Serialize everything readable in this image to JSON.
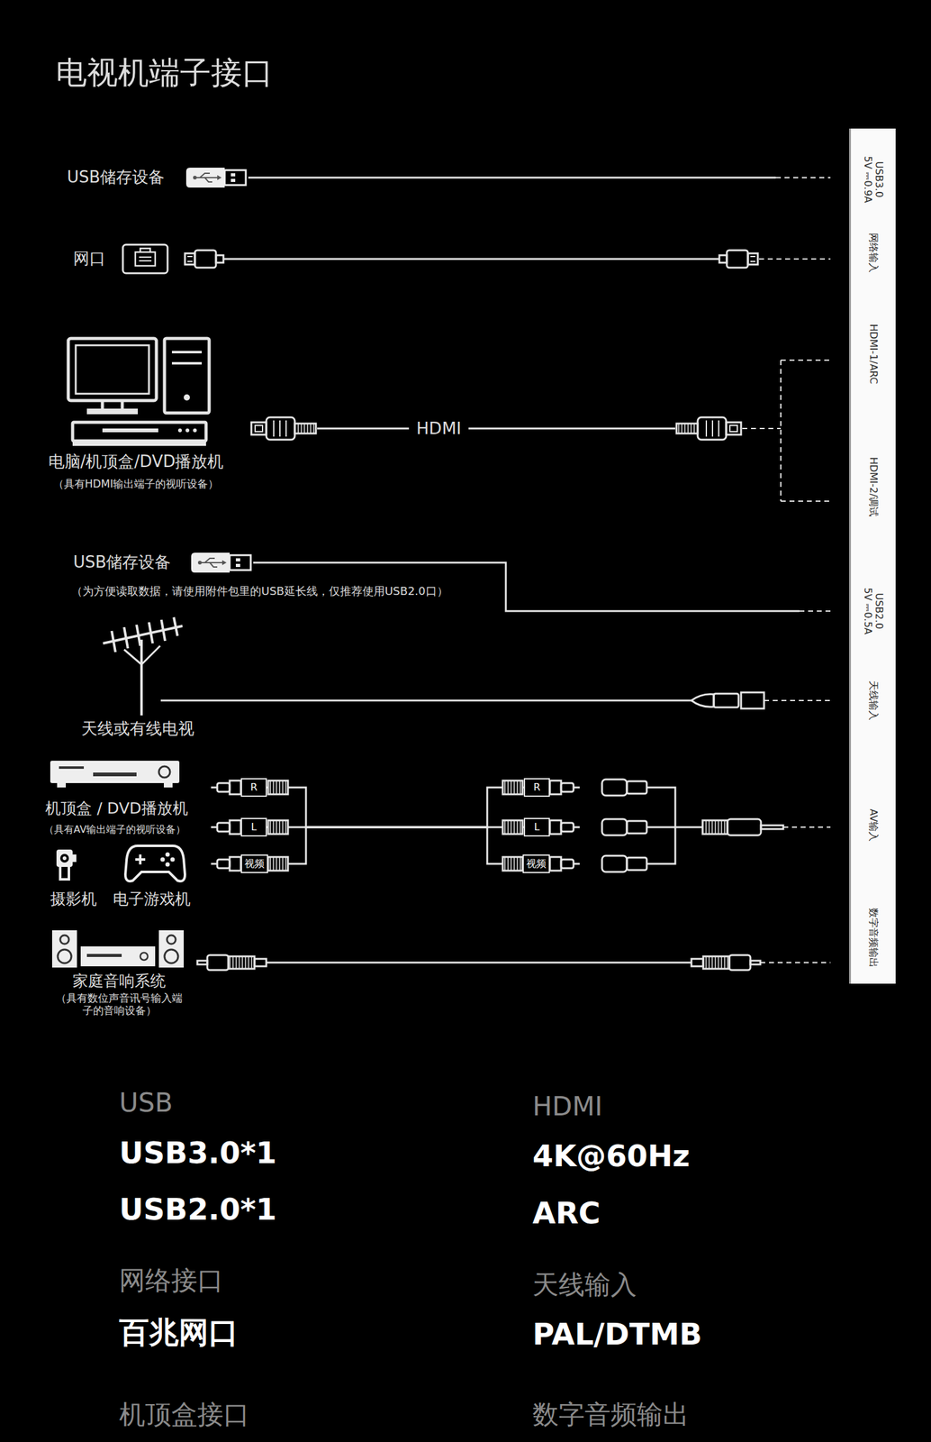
{
  "diagram": {
    "title": "电视机端子接口",
    "nodes": [
      {
        "text": [
          "USB3.0 5V ⎓0.9A",
          "网络输入",
          "HDMI-1/ARC",
          "HDMI-2/调试",
          "USB2.0 5V ⎓0.5A",
          "天线输入",
          "AV输入",
          "数字音频输出"
        ]
      },
      {
        "text": [
          "R"
        ]
      },
      {
        "text": [
          "L"
        ]
      },
      {
        "text": [
          "视频"
        ]
      },
      {
        "text": [
          "R"
        ]
      },
      {
        "text": [
          "L"
        ]
      },
      {
        "text": [
          "视频"
        ]
      }
    ],
    "edges": [
      {
        "from": 1,
        "to": 4,
        "arrow": "none"
      },
      {
        "from": 2,
        "to": 5,
        "arrow": "none"
      },
      {
        "from": 3,
        "to": 6,
        "arrow": "none"
      }
    ],
    "labels": [
      "USB储存设备",
      "网口",
      "电脑/机顶盒/DVD播放机",
      "（具有HDMI输出端子的视听设备）",
      "HDMI",
      "USB储存设备",
      "（为方便读取数据，请使用附件包里的USB延长线，仅推荐使用USB2.0口）",
      "天线或有线电视",
      "机顶盒 / DVD播放机",
      "（具有AV输出端子的视听设备）",
      "摄影机",
      "电子游戏机",
      "家庭音响系统",
      "（具有数位声音讯号输入端子的音响设备）",
      "USB",
      "USB3.0*1",
      "USB2.0*1",
      "网络接口",
      "百兆网口",
      "机顶盒接口",
      "HDMI",
      "4K@60Hz",
      "ARC",
      "天线输入",
      "PAL/DTMB",
      "数字音频输出"
    ]
  }
}
